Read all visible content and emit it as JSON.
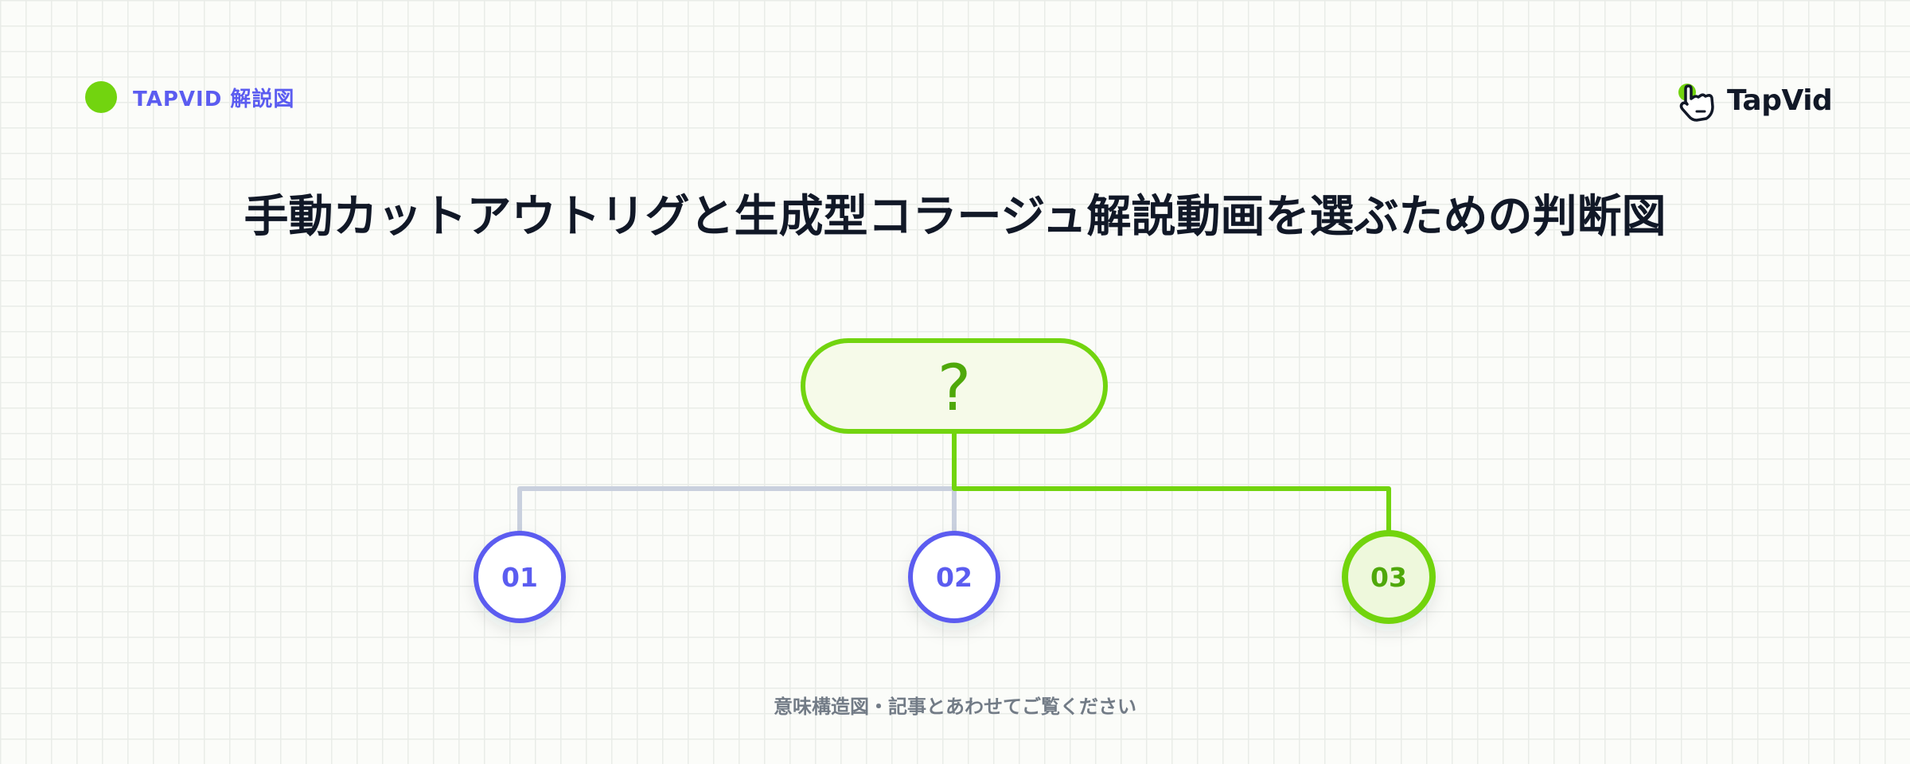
{
  "header": {
    "badge_label": "TAPVID 解説図",
    "logo_text": "TapVid"
  },
  "title": "手動カットアウトリグと生成型コラージュ解説動画を選ぶための判断図",
  "diagram": {
    "root_label": "?",
    "options": [
      {
        "label": "01",
        "highlighted": false
      },
      {
        "label": "02",
        "highlighted": false
      },
      {
        "label": "03",
        "highlighted": true
      }
    ]
  },
  "footer": "意味構造図・記事とあわせてご覧ください",
  "colors": {
    "accent_green": "#72d40f",
    "dark_green": "#4fa80a",
    "accent_purple": "#5b5cf0",
    "connector_gray": "#c9d0de",
    "text_dark": "#111827"
  }
}
